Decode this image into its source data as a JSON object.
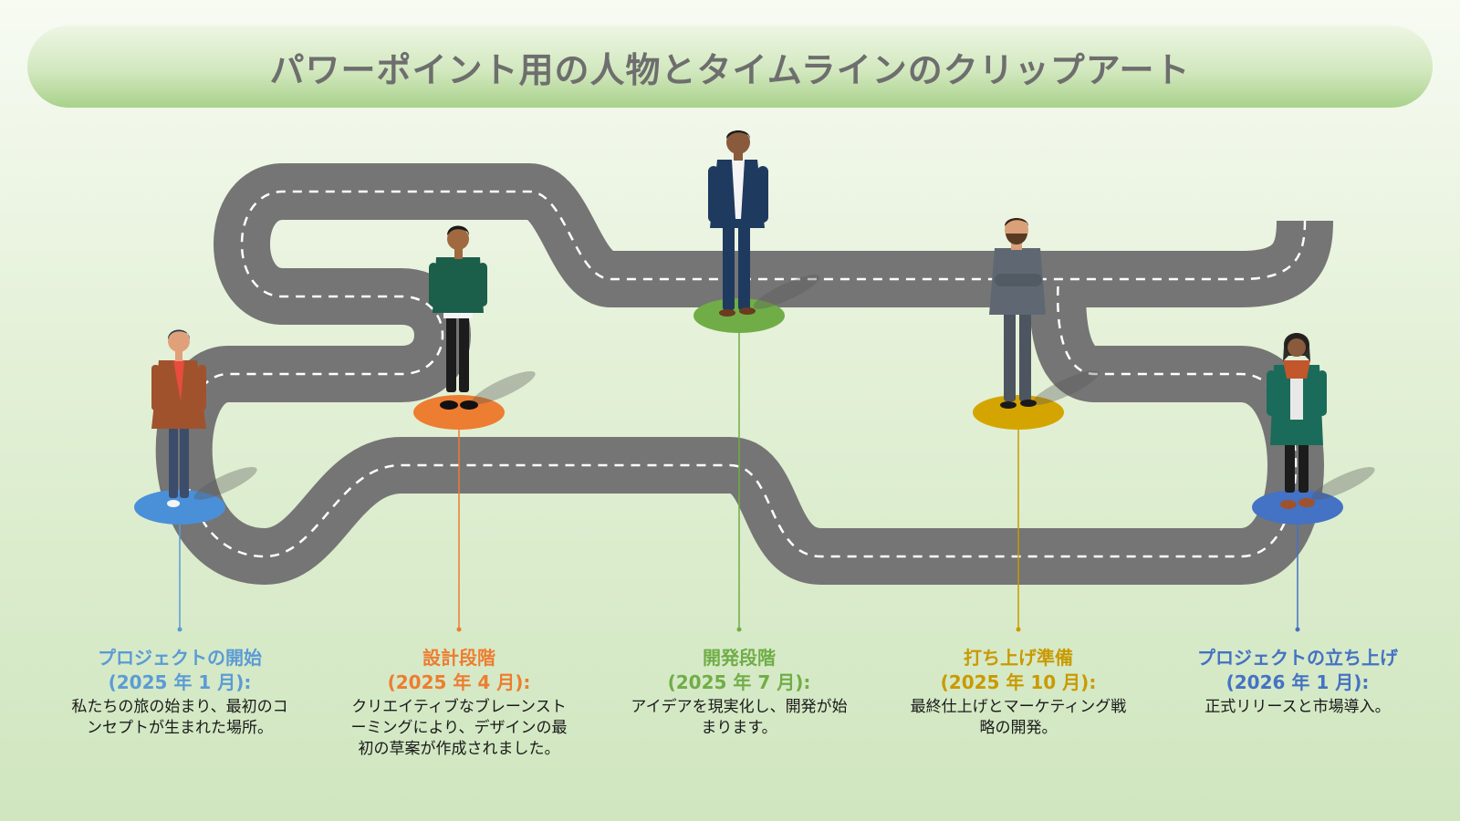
{
  "title": "パワーポイント用の人物とタイムラインのクリップアート",
  "milestones": [
    {
      "name": "プロジェクトの開始",
      "date": "(2025 年 1 月):",
      "desc": "私たちの旅の始まり、最初のコンセプトが生まれた場所。",
      "color": "#5b9bd5",
      "base": "#4a90d9"
    },
    {
      "name": "設計段階",
      "date": "(2025 年 4 月):",
      "desc": "クリエイティブなブレーンストーミングにより、デザインの最初の草案が作成されました。",
      "color": "#ed7d31",
      "base": "#ed7d31"
    },
    {
      "name": "開発段階",
      "date": "(2025 年 7 月):",
      "desc": "アイデアを現実化し、開発が始まります。",
      "color": "#70ad47",
      "base": "#70ad47"
    },
    {
      "name": "打ち上げ準備",
      "date": "(2025 年 10 月):",
      "desc": "最終仕上げとマーケティング戦略の開発。",
      "color": "#c99a00",
      "base": "#d4a500"
    },
    {
      "name": "プロジェクトの立ち上げ",
      "date": "(2026 年 1 月):",
      "desc": "正式リリースと市場導入。",
      "color": "#4472c4",
      "base": "#4472c4"
    }
  ],
  "colors": {
    "road": "#757575",
    "road_line": "#ffffff"
  }
}
